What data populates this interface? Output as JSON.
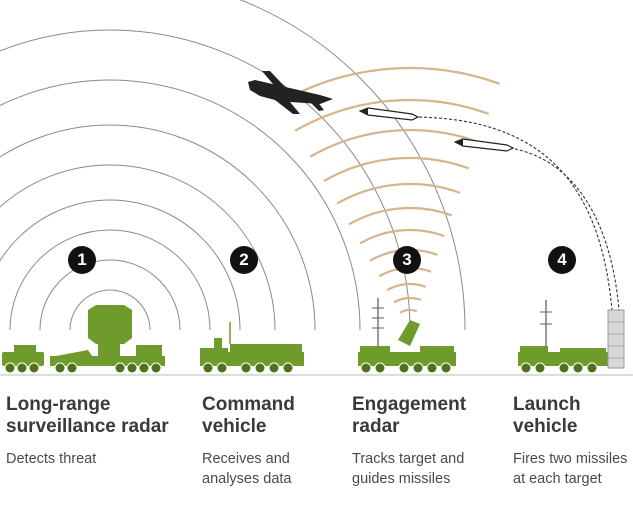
{
  "stages": [
    {
      "number": "1",
      "title_line1": "Long-range",
      "title_line2": "surveillance radar",
      "desc_line1": "Detects threat",
      "desc_line2": ""
    },
    {
      "number": "2",
      "title_line1": "Command",
      "title_line2": "vehicle",
      "desc_line1": "Receives and",
      "desc_line2": "analyses data"
    },
    {
      "number": "3",
      "title_line1": "Engagement",
      "title_line2": "radar",
      "desc_line1": "Tracks target and",
      "desc_line2": "guides missiles"
    },
    {
      "number": "4",
      "title_line1": "Launch",
      "title_line2": "vehicle",
      "desc_line1": "Fires two missiles",
      "desc_line2": "at each target"
    }
  ],
  "colors": {
    "vehicle": "#6f9a2c",
    "vehicle_dark": "#4f7418",
    "radar_wave": "#8a8a8a",
    "tracking_wave": "#d8b48c",
    "aircraft": "#222222",
    "badge": "#111111"
  },
  "icons": [
    "radar-truck-icon",
    "command-vehicle-icon",
    "engagement-radar-icon",
    "launcher-icon",
    "aircraft-icon",
    "missile-icon"
  ]
}
